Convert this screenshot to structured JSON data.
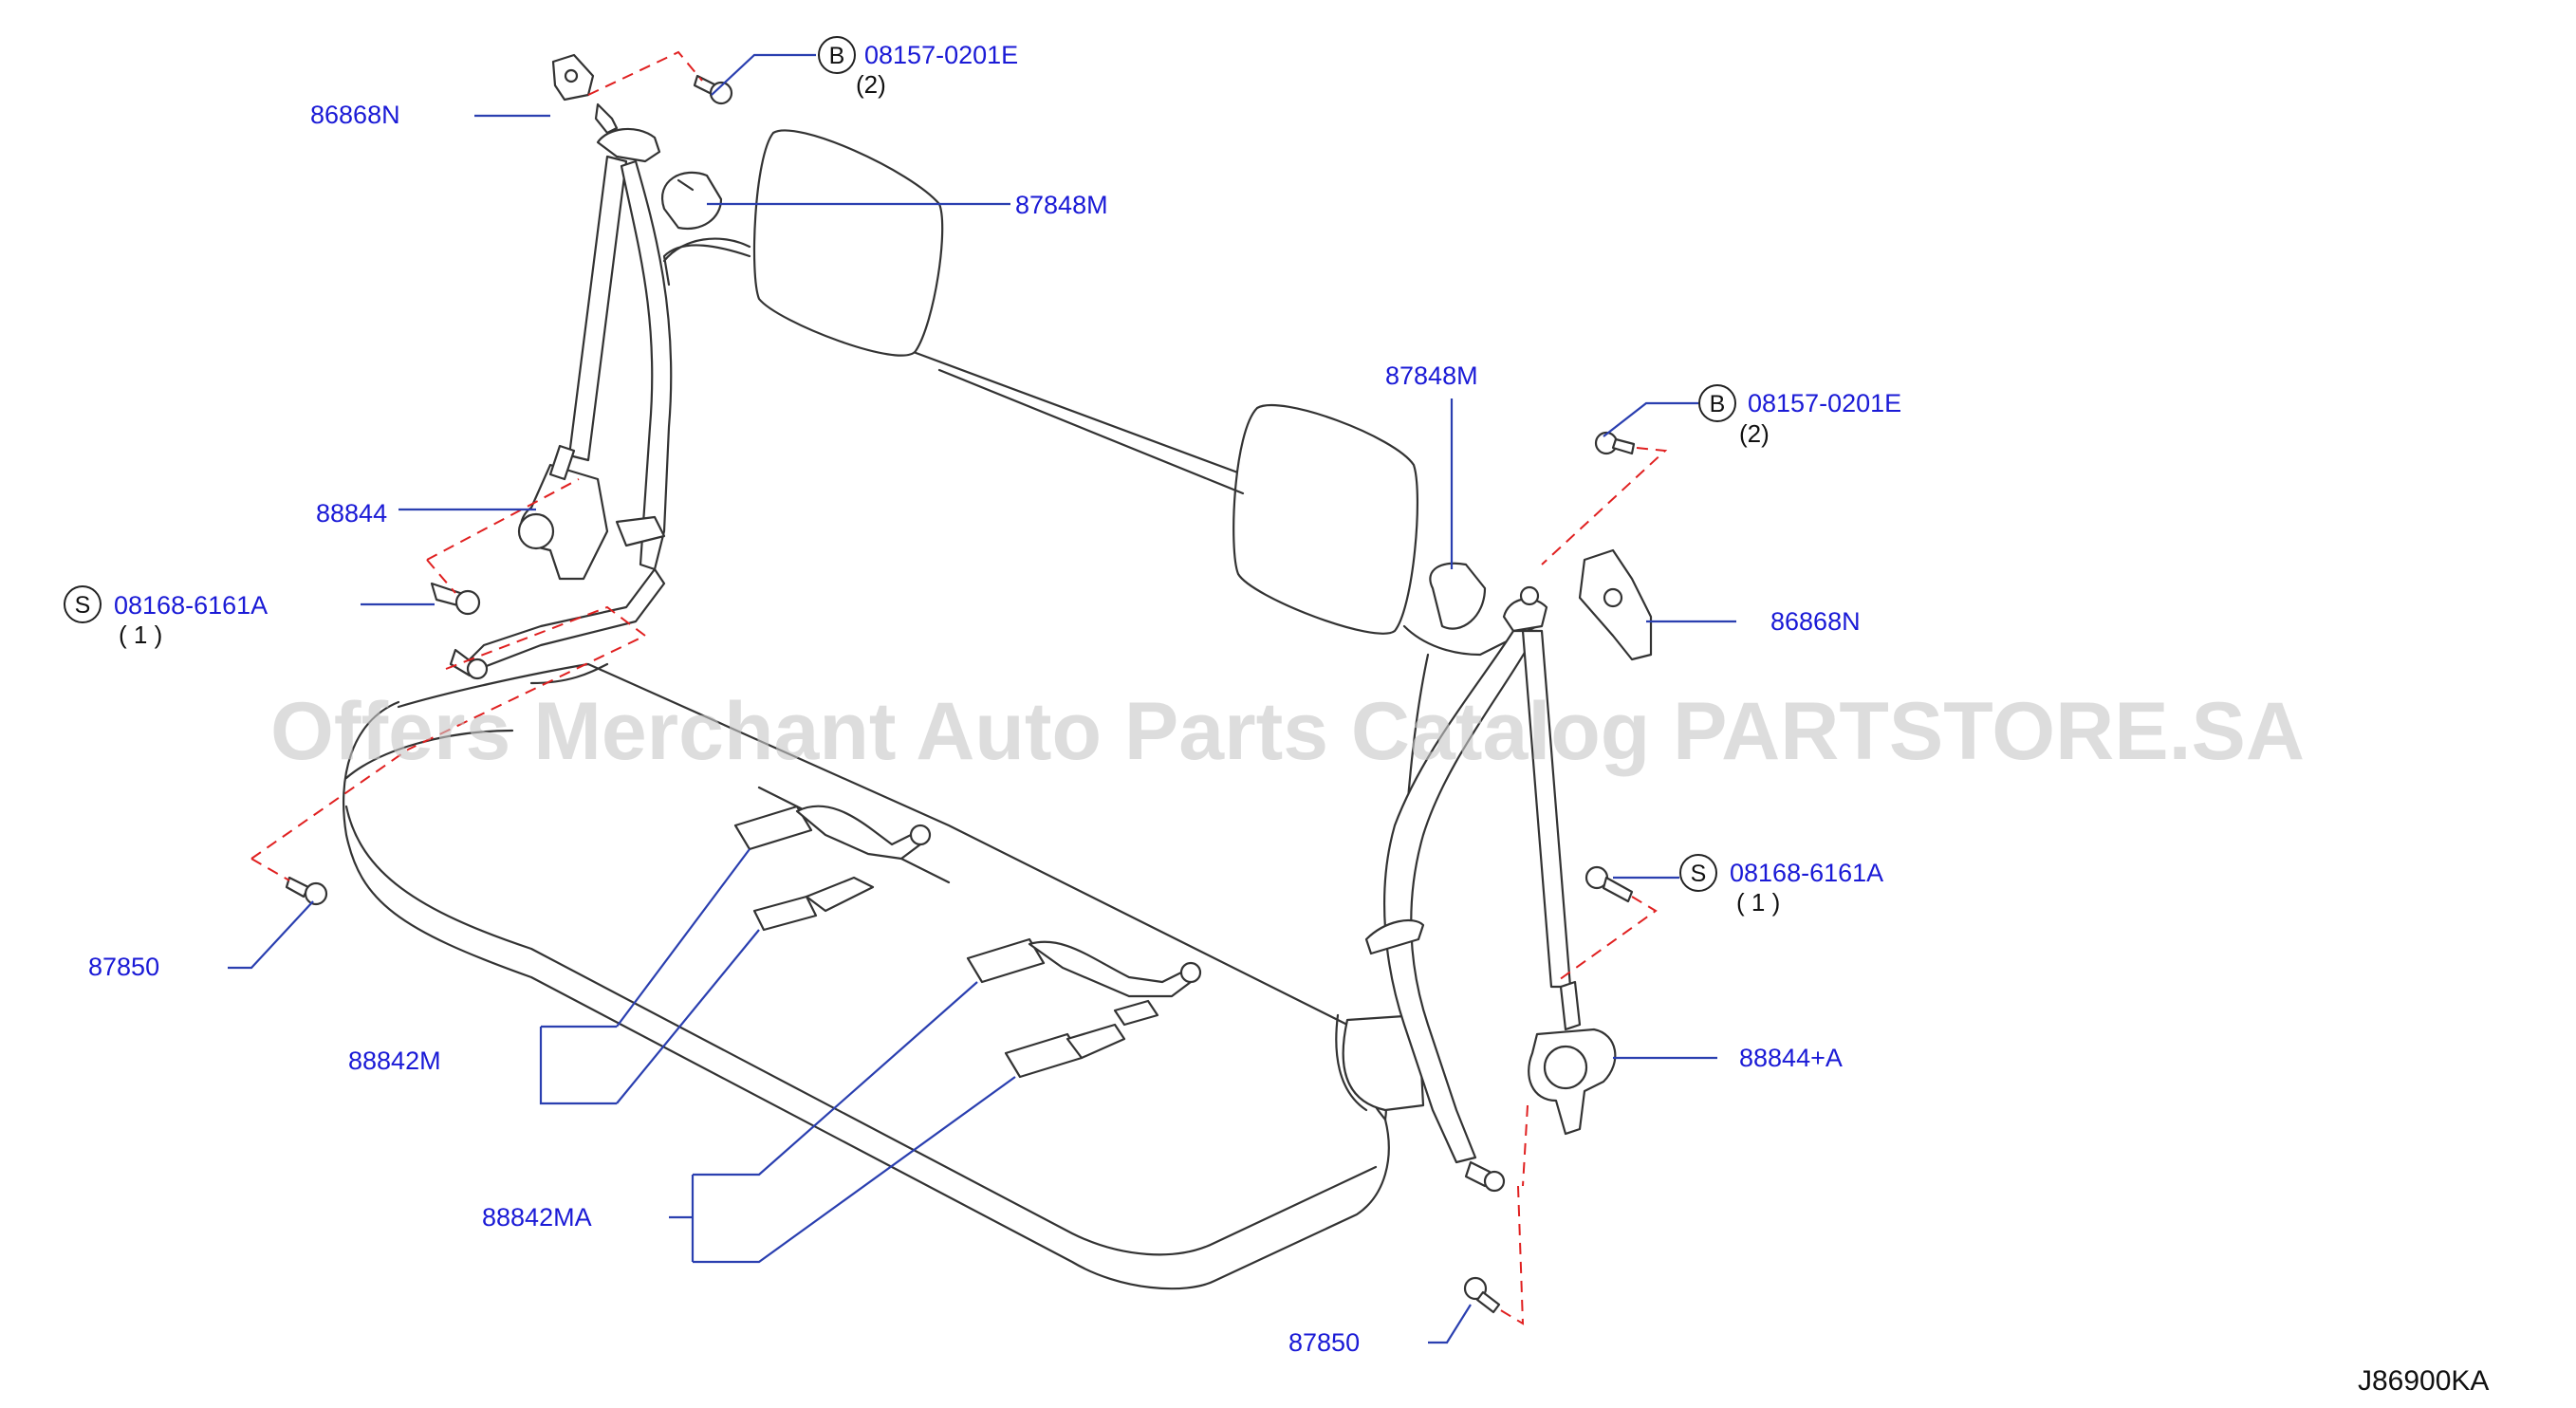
{
  "labels": {
    "p86868n_l": "86868N",
    "p87848m_l": "87848M",
    "p88844": "88844",
    "p87850_l": "87850",
    "p88842m": "88842M",
    "p88842ma": "88842MA",
    "p87848m_r": "87848M",
    "p86868n_r": "86868N",
    "p88844a": "88844+A",
    "p87850_r": "87850"
  },
  "callouts": {
    "bolt_b_top": {
      "letter": "B",
      "code": "08157-0201E",
      "qty": "(2)"
    },
    "bolt_b_right": {
      "letter": "B",
      "code": "08157-0201E",
      "qty": "(2)"
    },
    "screw_s_left": {
      "letter": "S",
      "code": "08168-6161A",
      "qty": "( 1 )"
    },
    "screw_s_right": {
      "letter": "S",
      "code": "08168-6161A",
      "qty": "( 1 )"
    }
  },
  "diagram_code": "J86900KA",
  "watermark": "Offers Merchant Auto Parts Catalog PARTSTORE.SA",
  "colors": {
    "label": "#1a1ad6",
    "leader": "#2a3fb0",
    "mounting_dash": "#e02020",
    "outline": "#333333",
    "watermark": "#c8c8c8"
  }
}
